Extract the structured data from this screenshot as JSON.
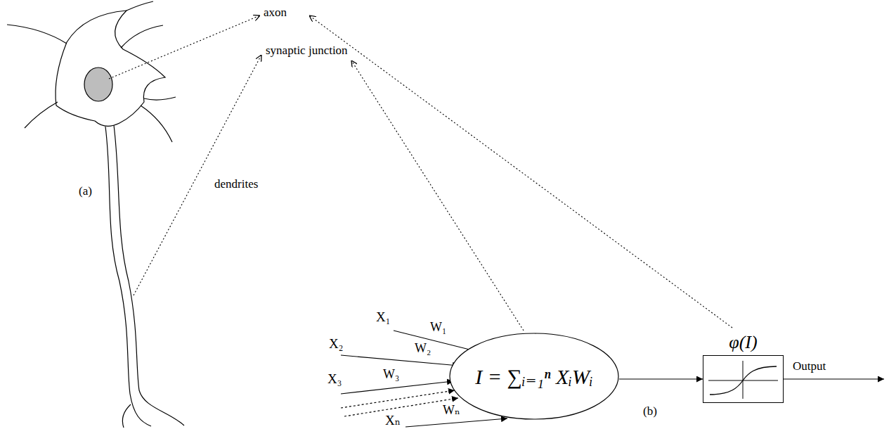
{
  "diagram": {
    "nodes": [
      {
        "text": [
          "I = ∑ᵢ₌₁ⁿ XᵢWᵢ"
        ]
      },
      {
        "text": [
          "φ(I)"
        ]
      }
    ],
    "edges": [
      {
        "from": 0,
        "to": 1,
        "arrow": "to"
      }
    ],
    "labels": [
      "axon",
      "synaptic junction",
      "dendrites",
      "(a)",
      "X₁",
      "W₁",
      "X₂",
      "W₂",
      "X₃",
      "W₃",
      "Wₙ",
      "Xₙ",
      "Output",
      "(b)"
    ]
  }
}
